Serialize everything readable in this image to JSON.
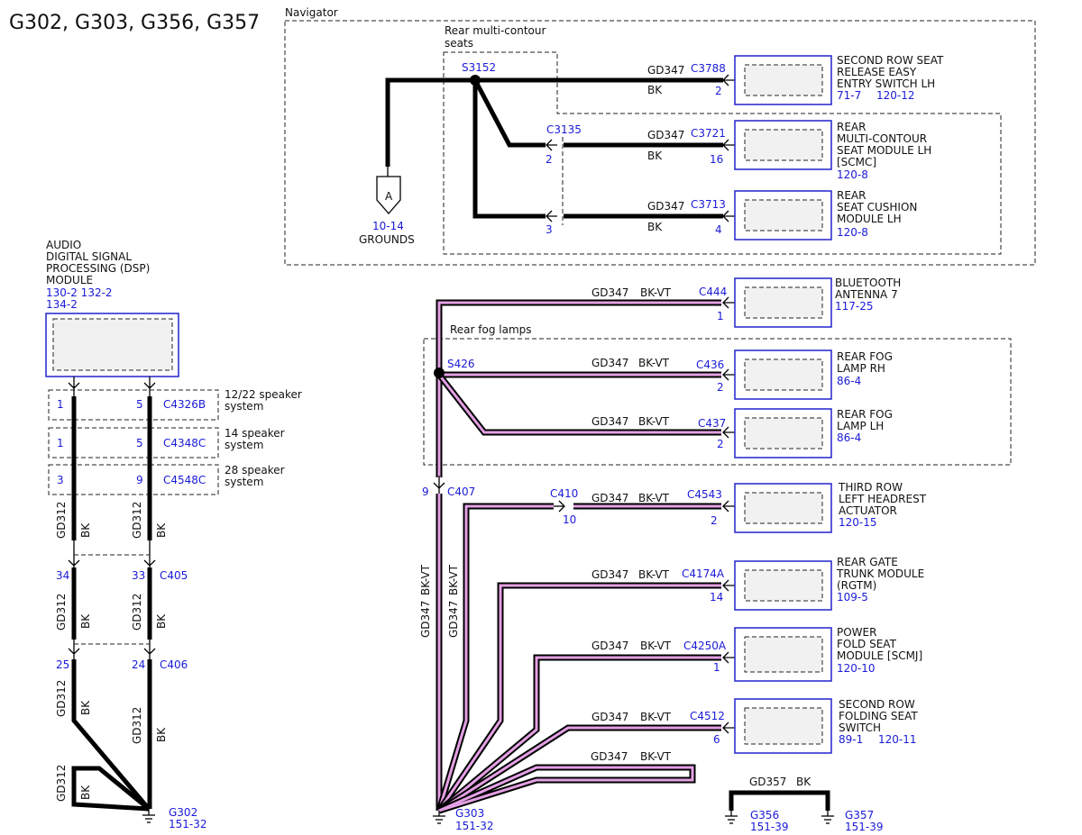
{
  "title": "G302, G303, G356, G357",
  "navigator_label": "Navigator",
  "rear_multi_contour_label": [
    "Rear multi-contour",
    "seats"
  ],
  "rear_fog_lamps_label": "Rear fog lamps",
  "splices": {
    "s3152": "S3152",
    "s426": "S426"
  },
  "grounds_ref": {
    "symbol": "A",
    "page": "10-14",
    "label": "GROUNDS"
  },
  "nav_rows": [
    {
      "circuit": "GD347",
      "color": "BK",
      "connector": "C3788",
      "pin": "2",
      "component": [
        "SECOND ROW SEAT",
        "RELEASE EASY",
        "ENTRY SWITCH LH"
      ],
      "refs": [
        "71-7",
        "120-12"
      ]
    },
    {
      "circuit": "GD347",
      "color": "BK",
      "connector": "C3721",
      "pin": "16",
      "inline_connector": "C3135",
      "inline_pin": "2",
      "component": [
        "REAR",
        "MULTI-CONTOUR",
        "SEAT MODULE LH",
        "[SCMC]"
      ],
      "refs": [
        "120-8"
      ]
    },
    {
      "circuit": "GD347",
      "color": "BK",
      "connector": "C3713",
      "pin": "4",
      "inline_pin": "3",
      "component": [
        "REAR",
        "SEAT CUSHION",
        "MODULE LH"
      ],
      "refs": [
        "120-8"
      ]
    }
  ],
  "right_rows": [
    {
      "circuit": "GD347",
      "color": "BK-VT",
      "connector": "C444",
      "pin": "1",
      "component": [
        "BLUETOOTH",
        "ANTENNA 7"
      ],
      "refs": [
        "117-25"
      ]
    },
    {
      "circuit": "GD347",
      "color": "BK-VT",
      "connector": "C436",
      "pin": "2",
      "component": [
        "REAR FOG",
        "LAMP RH"
      ],
      "refs": [
        "86-4"
      ]
    },
    {
      "circuit": "GD347",
      "color": "BK-VT",
      "connector": "C437",
      "pin": "2",
      "component": [
        "REAR FOG",
        "LAMP LH"
      ],
      "refs": [
        "86-4"
      ]
    },
    {
      "circuit": "GD347",
      "color": "BK-VT",
      "connector": "C4543",
      "pin": "2",
      "inline_connector": "C410",
      "inline_pin": "10",
      "component": [
        "THIRD ROW",
        "LEFT HEADREST",
        "ACTUATOR"
      ],
      "refs": [
        "120-15"
      ]
    },
    {
      "circuit": "GD347",
      "color": "BK-VT",
      "connector": "C4174A",
      "pin": "14",
      "component": [
        "REAR GATE",
        "TRUNK MODULE",
        "(RGTM)"
      ],
      "refs": [
        "109-5"
      ]
    },
    {
      "circuit": "GD347",
      "color": "BK-VT",
      "connector": "C4250A",
      "pin": "1",
      "component": [
        "POWER",
        "FOLD SEAT",
        "MODULE [SCMJ]"
      ],
      "refs": [
        "120-10"
      ]
    },
    {
      "circuit": "GD347",
      "color": "BK-VT",
      "connector": "C4512",
      "pin": "6",
      "component": [
        "SECOND ROW",
        "FOLDING SEAT",
        "SWITCH"
      ],
      "refs": [
        "89-1",
        "120-11"
      ]
    },
    {
      "circuit": "GD347",
      "color": "BK-VT"
    }
  ],
  "c407": {
    "connector": "C407",
    "pin": "9"
  },
  "vertical_wire_labels": [
    {
      "circuit": "GD347",
      "color": "BK-VT"
    },
    {
      "circuit": "GD347",
      "color": "BK-VT"
    }
  ],
  "dsp": {
    "component": [
      "AUDIO",
      "DIGITAL SIGNAL",
      "PROCESSING (DSP)",
      "MODULE"
    ],
    "refs": [
      "130-2 132-2",
      "134-2"
    ],
    "speaker_rows": [
      {
        "pin_left": "1",
        "pin_right": "5",
        "connector": "C4326B",
        "label": [
          "12/22 speaker",
          "system"
        ]
      },
      {
        "pin_left": "1",
        "pin_right": "5",
        "connector": "C4348C",
        "label": [
          "14 speaker",
          "system"
        ]
      },
      {
        "pin_left": "3",
        "pin_right": "9",
        "connector": "C4548C",
        "label": [
          "28 speaker",
          "system"
        ]
      }
    ],
    "c405": {
      "connector": "C405",
      "pin_left": "34",
      "pin_right": "33"
    },
    "c406": {
      "connector": "C406",
      "pin_left": "25",
      "pin_right": "24"
    },
    "wire_circuit": "GD312",
    "wire_color": "BK"
  },
  "grounds": [
    {
      "name": "G302",
      "ref": "151-32"
    },
    {
      "name": "G303",
      "ref": "151-32"
    },
    {
      "name": "G356",
      "ref": "151-39"
    },
    {
      "name": "G357",
      "ref": "151-39"
    }
  ],
  "g356_wire": {
    "circuit": "GD357",
    "color": "BK"
  },
  "colors": {
    "link": "#1a1ad8",
    "box": "#2222cc",
    "wire": "#000000",
    "violet_stripe": "#e4a0e4"
  }
}
